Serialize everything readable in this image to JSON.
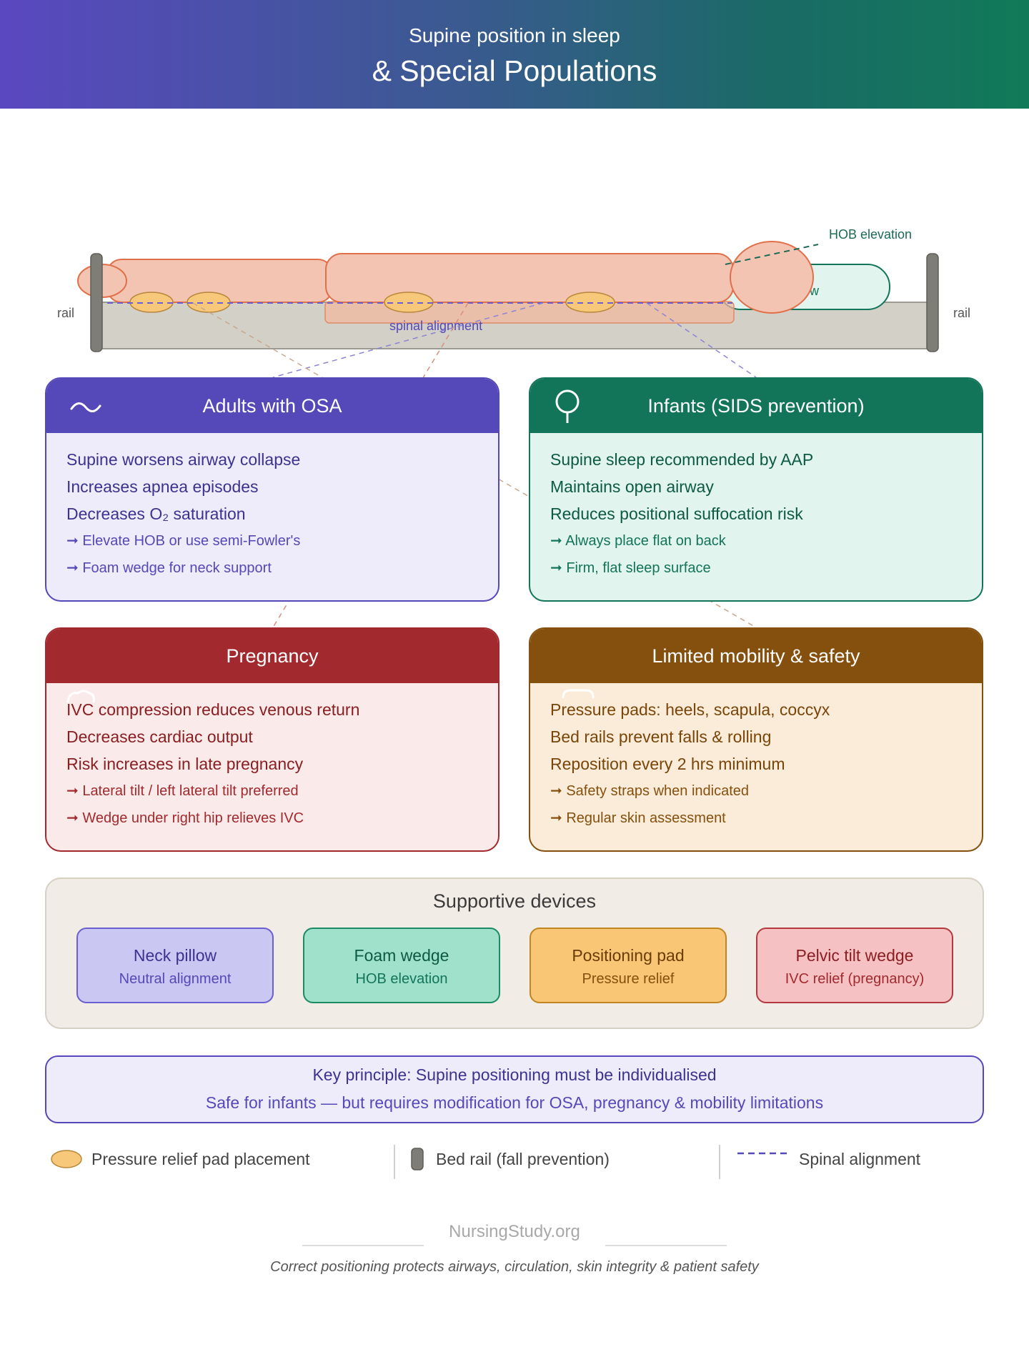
{
  "header": {
    "title_line1": "Supine position in sleep",
    "title_line2": "& Special Populations"
  },
  "diagram": {
    "rail_left_label": "rail",
    "rail_right_label": "rail",
    "hob_label": "HOB elevation",
    "spinal_label": "spinal alignment",
    "pillow_label_visible": "w"
  },
  "cards": {
    "osa": {
      "title": "Adults with OSA",
      "icon": "wave-icon",
      "points": [
        "Supine worsens airway collapse",
        "Increases apnea episodes",
        "Decreases O₂ saturation"
      ],
      "actions": [
        "➞ Elevate HOB or use semi-Fowler's",
        "➞ Foam wedge for neck support"
      ]
    },
    "sids": {
      "title": "Infants (SIDS prevention)",
      "icon": "rattle-icon",
      "points": [
        "Supine sleep recommended by AAP",
        "Maintains open airway",
        "Reduces positional suffocation risk"
      ],
      "actions": [
        "➞ Always place flat on back",
        "➞ Firm, flat sleep surface"
      ]
    },
    "pregnancy": {
      "title": "Pregnancy",
      "icon": "pregnancy-icon",
      "points": [
        "IVC compression reduces venous return",
        "Decreases cardiac output",
        "Risk increases in late pregnancy"
      ],
      "actions": [
        "➞ Lateral tilt / left lateral tilt preferred",
        "➞ Wedge under right hip relieves IVC"
      ]
    },
    "mobility": {
      "title": "Limited mobility & safety",
      "icon": "shield-icon",
      "points": [
        "Pressure pads: heels, scapula, coccyx",
        "Bed rails prevent falls & rolling",
        "Reposition every 2 hrs minimum"
      ],
      "actions": [
        "➞ Safety straps when indicated",
        "➞ Regular skin assessment"
      ]
    }
  },
  "devices": {
    "title": "Supportive devices",
    "items": [
      {
        "name": "Neck pillow",
        "sub": "Neutral alignment"
      },
      {
        "name": "Foam wedge",
        "sub": "HOB elevation"
      },
      {
        "name": "Positioning pad",
        "sub": "Pressure relief"
      },
      {
        "name": "Pelvic tilt wedge",
        "sub": "IVC relief (pregnancy)"
      }
    ]
  },
  "key_principle": {
    "line1": "Key principle: Supine positioning must be individualised",
    "line2": "Safe for infants — but requires modification for OSA, pregnancy & mobility limitations"
  },
  "legend": {
    "pad": "Pressure relief pad placement",
    "rail": "Bed rail (fall prevention)",
    "spine": "Spinal alignment"
  },
  "brand": "NursingStudy.org",
  "footer": "Correct positioning protects airways, circulation, skin integrity & patient safety",
  "colors": {
    "osa": "#5548b8",
    "sids": "#127458",
    "pregnancy": "#a22a2e",
    "mobility": "#85500e",
    "body": "#f4c4b2",
    "pad": "#f7c77a"
  }
}
